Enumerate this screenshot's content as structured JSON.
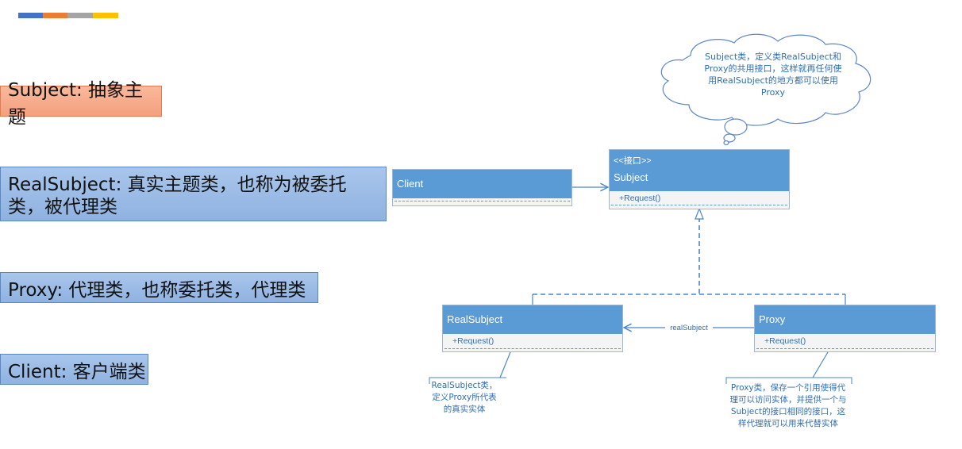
{
  "colors": {
    "stripe": [
      "#4472c4",
      "#ed7d31",
      "#a5a5a5",
      "#ffc000"
    ],
    "uml_header": "#5b9bd5",
    "orange_box": "#f4a07e",
    "blue_box": "#8fb2e0"
  },
  "legend": {
    "subject": "Subject: 抽象主题",
    "realsubject": "RealSubject: 真实主题类，也称为被委托类，被代理类",
    "proxy": "Proxy: 代理类，也称委托类，代理类",
    "client": "Client: 客户端类"
  },
  "uml": {
    "client": {
      "name": "Client"
    },
    "subject": {
      "stereotype": "<<接口>>",
      "name": "Subject",
      "op": "+Request()"
    },
    "realsubject": {
      "name": "RealSubject",
      "op": "+Request()"
    },
    "proxy": {
      "name": "Proxy",
      "op": "+Request()"
    },
    "assoc_label": "realSubject"
  },
  "notes": {
    "cloud": "Subject类，定义类RealSubject和Proxy的共用接口，这样就再任何使用RealSubject的地方都可以使用Proxy",
    "realsubject": "RealSubject类，定义Proxy所代表的真实实体",
    "proxy": "Proxy类，保存一个引用使得代理可以访问实体，并提供一个与Subject的接口相同的接口，这样代理就可以用来代替实体"
  }
}
